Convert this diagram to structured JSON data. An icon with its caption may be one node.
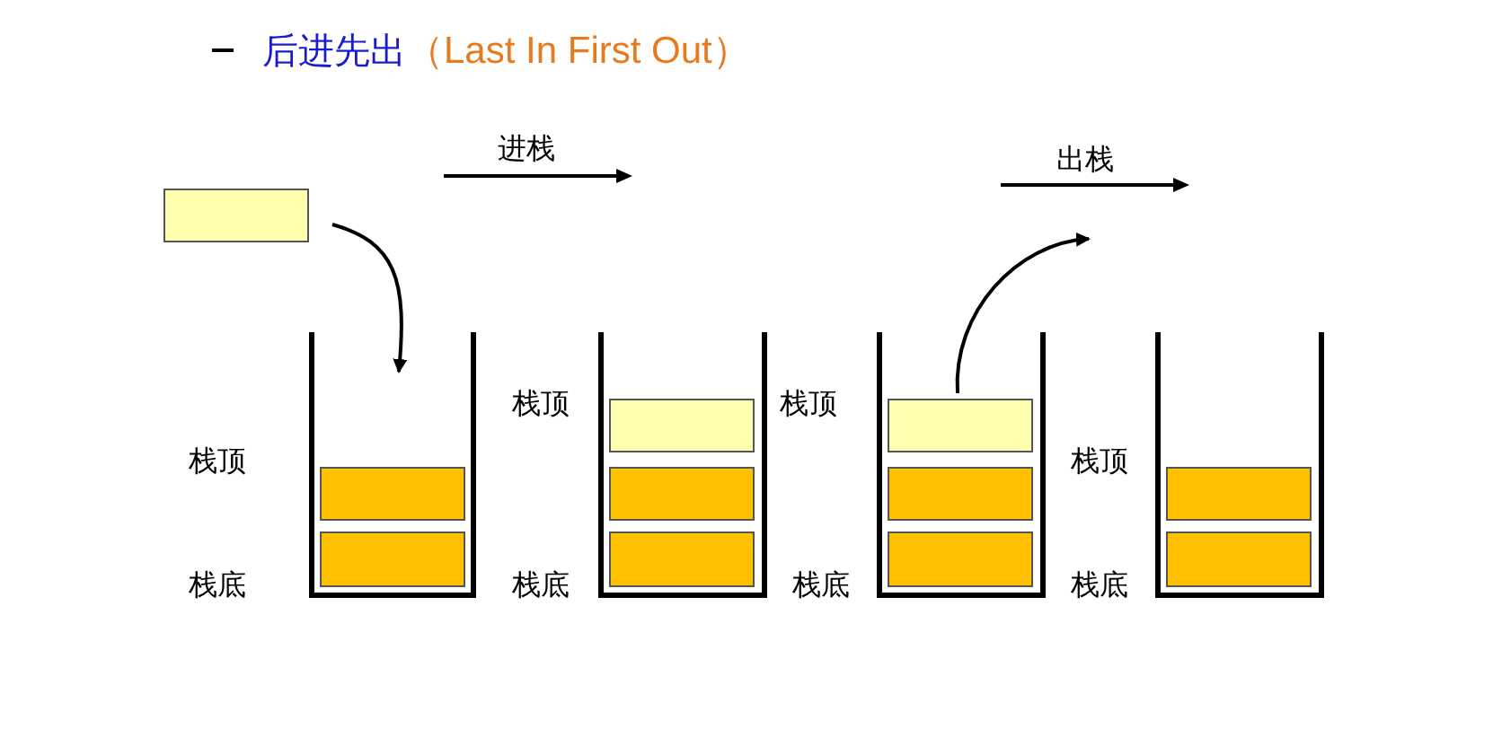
{
  "diagram": {
    "title": "后进先出",
    "nodes": [
      {
        "text": [],
        "shape": "box"
      },
      {
        "text": [],
        "shape": "container",
        "beside": [
          "栈顶",
          "栈底"
        ]
      },
      {
        "text": [],
        "shape": "box",
        "in": 1
      },
      {
        "text": [],
        "shape": "box",
        "in": 1
      },
      {
        "text": [],
        "shape": "container",
        "beside": [
          "栈顶",
          "栈底"
        ]
      },
      {
        "text": [],
        "shape": "box",
        "in": 4
      },
      {
        "text": [],
        "shape": "box",
        "in": 4
      },
      {
        "text": [],
        "shape": "box",
        "in": 4
      },
      {
        "text": [],
        "shape": "container",
        "beside": [
          "栈顶",
          "栈底"
        ]
      },
      {
        "text": [],
        "shape": "box",
        "in": 8
      },
      {
        "text": [],
        "shape": "box",
        "in": 8
      },
      {
        "text": [],
        "shape": "box",
        "in": 8
      },
      {
        "text": [],
        "shape": "container",
        "beside": [
          "栈顶",
          "栈底"
        ]
      },
      {
        "text": [],
        "shape": "box",
        "in": 12
      },
      {
        "text": [],
        "shape": "box",
        "in": 12
      }
    ],
    "edges": [
      {
        "from": 0,
        "to": 1,
        "arrow": "to"
      },
      {
        "from": 9,
        "to": null,
        "arrow": "to"
      }
    ],
    "labels": [
      "（Last In First Out）",
      "进栈",
      "出栈"
    ]
  }
}
